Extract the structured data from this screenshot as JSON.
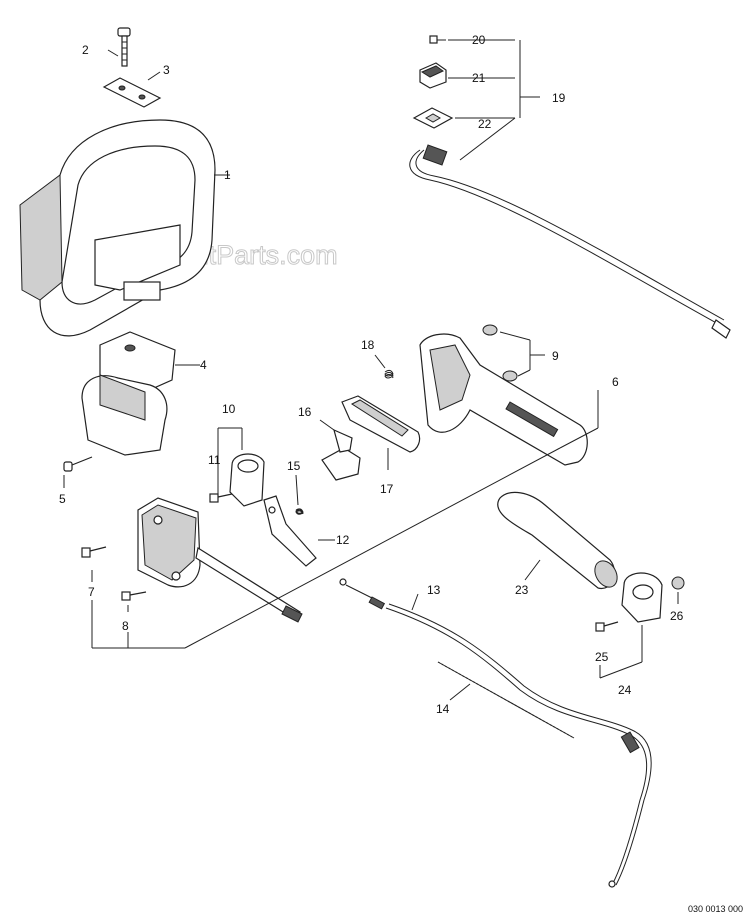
{
  "watermark": "eReplacementParts.com",
  "reference_number": "030 0013 000",
  "callouts": {
    "n1": "1",
    "n2": "2",
    "n3": "3",
    "n4": "4",
    "n5": "5",
    "n6": "6",
    "n7": "7",
    "n8": "8",
    "n9": "9",
    "n10": "10",
    "n11": "11",
    "n12": "12",
    "n13": "13",
    "n14": "14",
    "n15": "15",
    "n16": "16",
    "n17": "17",
    "n18": "18",
    "n19": "19",
    "n20": "20",
    "n21": "21",
    "n22": "22",
    "n23": "23",
    "n24": "24",
    "n25": "25",
    "n26": "26"
  }
}
